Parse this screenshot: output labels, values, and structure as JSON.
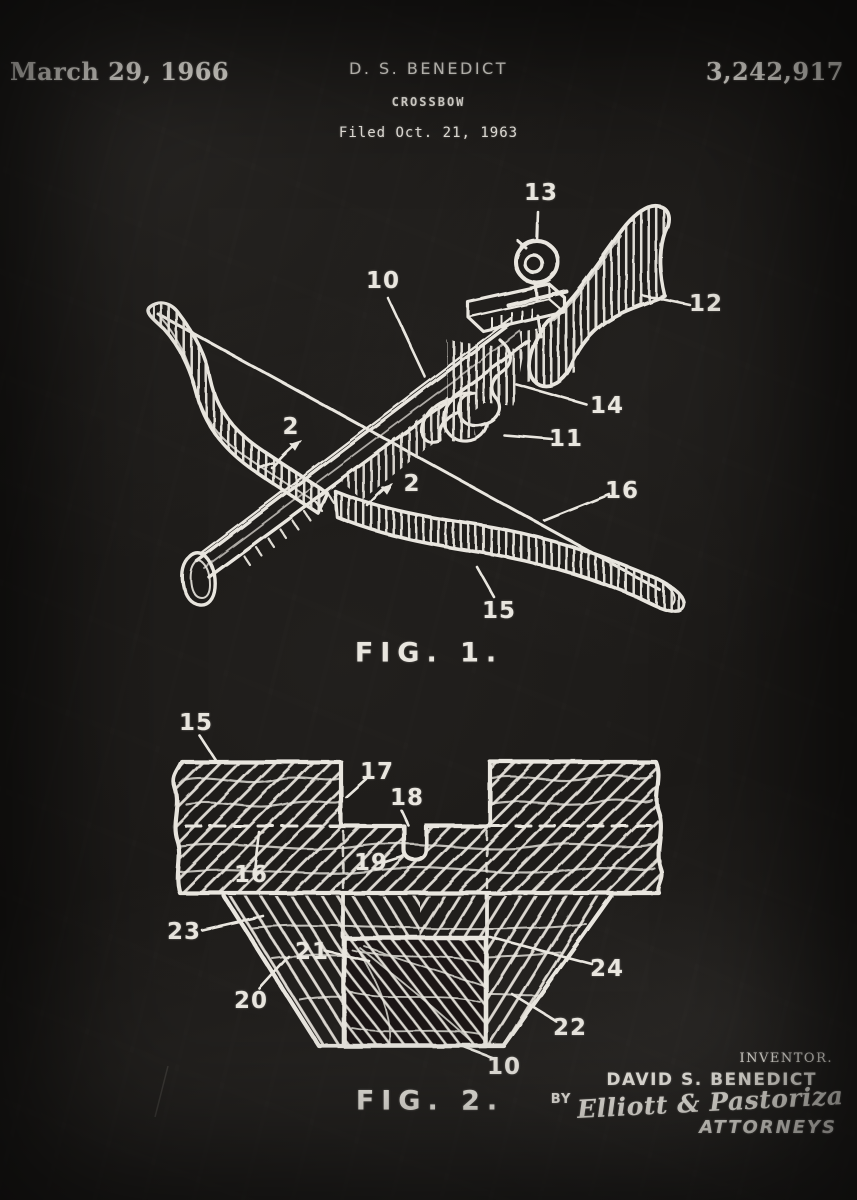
{
  "palette": {
    "background": "#1b1917",
    "chalk": "#e9e6df"
  },
  "header": {
    "date": "March 29, 1966",
    "applicant": "D. S. BENEDICT",
    "title": "CROSSBOW",
    "filed": "Filed Oct. 21, 1963",
    "patent_number": "3,242,917"
  },
  "figure1": {
    "caption": "FIG. 1.",
    "labels": [
      {
        "text": "13"
      },
      {
        "text": "10"
      },
      {
        "text": "12"
      },
      {
        "text": "14"
      },
      {
        "text": "11"
      },
      {
        "text": "2"
      },
      {
        "text": "2"
      },
      {
        "text": "16"
      },
      {
        "text": "15"
      }
    ]
  },
  "figure2": {
    "caption": "FIG. 2.",
    "labels": [
      {
        "text": "15"
      },
      {
        "text": "17"
      },
      {
        "text": "18"
      },
      {
        "text": "19"
      },
      {
        "text": "16"
      },
      {
        "text": "23"
      },
      {
        "text": "21"
      },
      {
        "text": "24"
      },
      {
        "text": "20"
      },
      {
        "text": "22"
      },
      {
        "text": "10"
      }
    ]
  },
  "signature": {
    "heading": "INVENTOR.",
    "inventor": "DAVID S. BENEDICT",
    "by_label": "BY",
    "attorney_signature": "Elliott & Pastoriza",
    "attorneys_label": "ATTORNEYS"
  }
}
